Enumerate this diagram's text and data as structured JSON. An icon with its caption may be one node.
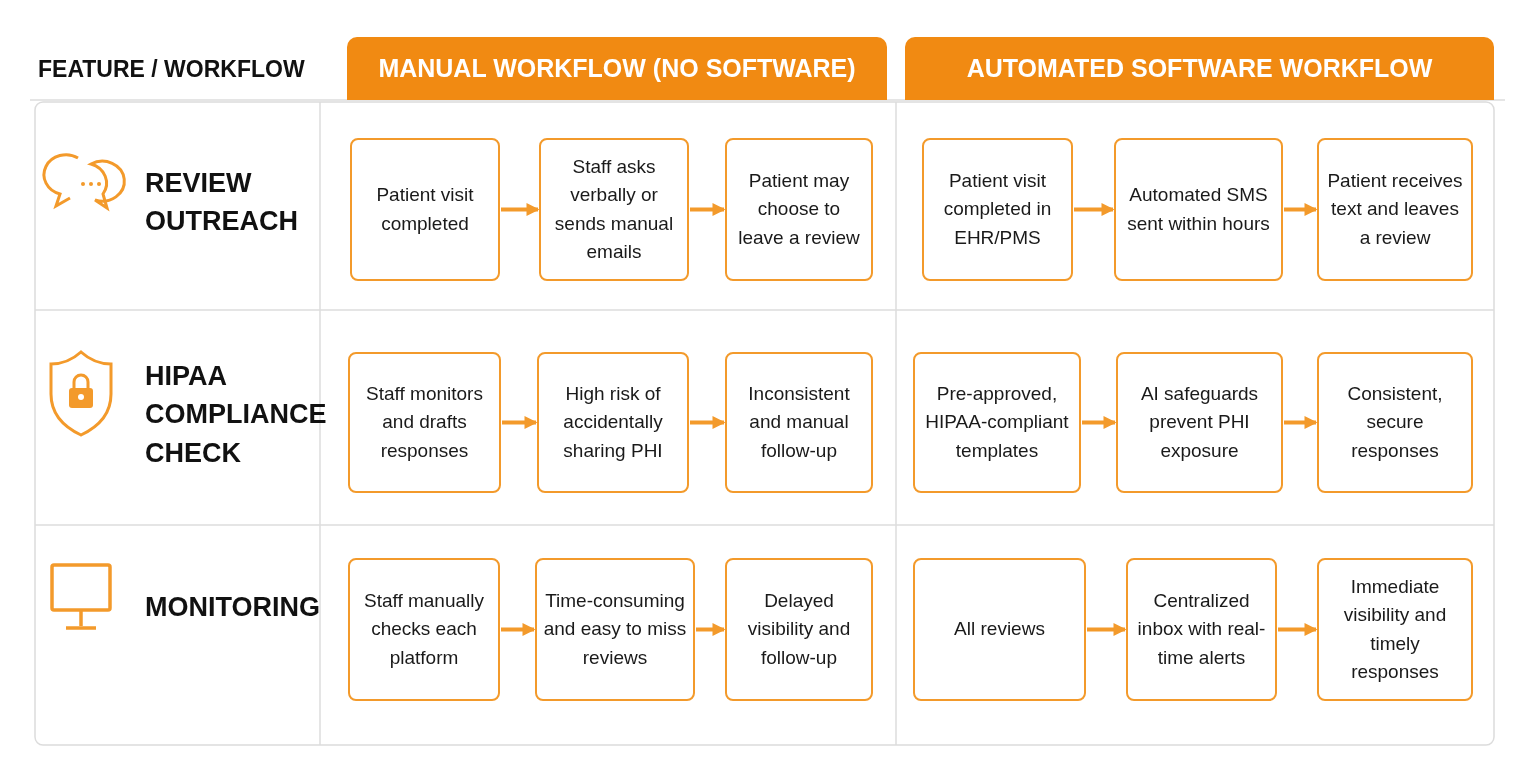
{
  "diagram": {
    "nodes": [
      {
        "text": [
          "MANUAL WORKFLOW (NO SOFTWARE)"
        ]
      },
      {
        "text": [
          "AUTOMATED SOFTWARE WORKFLOW"
        ]
      },
      {
        "text": [
          "Patient visit completed"
        ]
      },
      {
        "text": [
          "Staff asks verbally or sends manual emails"
        ]
      },
      {
        "text": [
          "Patient may choose to leave a review"
        ]
      },
      {
        "text": [
          "Patient visit completed in EHR/PMS"
        ]
      },
      {
        "text": [
          "Automated SMS sent within hours"
        ]
      },
      {
        "text": [
          "Patient receives text and leaves a review"
        ]
      },
      {
        "text": [
          "Staff monitors and drafts responses"
        ]
      },
      {
        "text": [
          "High risk of accidentally sharing PHI"
        ]
      },
      {
        "text": [
          "Inconsistent and manual follow-up"
        ]
      },
      {
        "text": [
          "Pre-approved, HIPAA-compliant templates"
        ]
      },
      {
        "text": [
          "AI safeguards prevent PHI exposure"
        ]
      },
      {
        "text": [
          "Consistent, secure responses"
        ]
      },
      {
        "text": [
          "Staff manually checks each platform"
        ]
      },
      {
        "text": [
          "Time-consuming and easy to miss reviews"
        ]
      },
      {
        "text": [
          "Delayed visibility and follow-up"
        ]
      },
      {
        "text": [
          "All reviews"
        ]
      },
      {
        "text": [
          "Centralized inbox with real-time alerts"
        ]
      },
      {
        "text": [
          "Immediate visibility and timely responses"
        ]
      }
    ],
    "edges": [
      {
        "from": 2,
        "to": 3,
        "arrow": "to"
      },
      {
        "from": 3,
        "to": 4,
        "arrow": "to"
      },
      {
        "from": 5,
        "to": 6,
        "arrow": "to"
      },
      {
        "from": 6,
        "to": 7,
        "arrow": "to"
      },
      {
        "from": 8,
        "to": 9,
        "arrow": "to"
      },
      {
        "from": 9,
        "to": 10,
        "arrow": "to"
      },
      {
        "from": 11,
        "to": 12,
        "arrow": "to"
      },
      {
        "from": 12,
        "to": 13,
        "arrow": "to"
      },
      {
        "from": 14,
        "to": 15,
        "arrow": "to"
      },
      {
        "from": 15,
        "to": 16,
        "arrow": "to"
      },
      {
        "from": 17,
        "to": 18,
        "arrow": "to"
      },
      {
        "from": 18,
        "to": 19,
        "arrow": "to"
      }
    ],
    "labels": [
      "FEATURE / WORKFLOW",
      "REVIEW OUTREACH",
      "HIPAA COMPLIANCE CHECK",
      "MONITORING"
    ]
  }
}
